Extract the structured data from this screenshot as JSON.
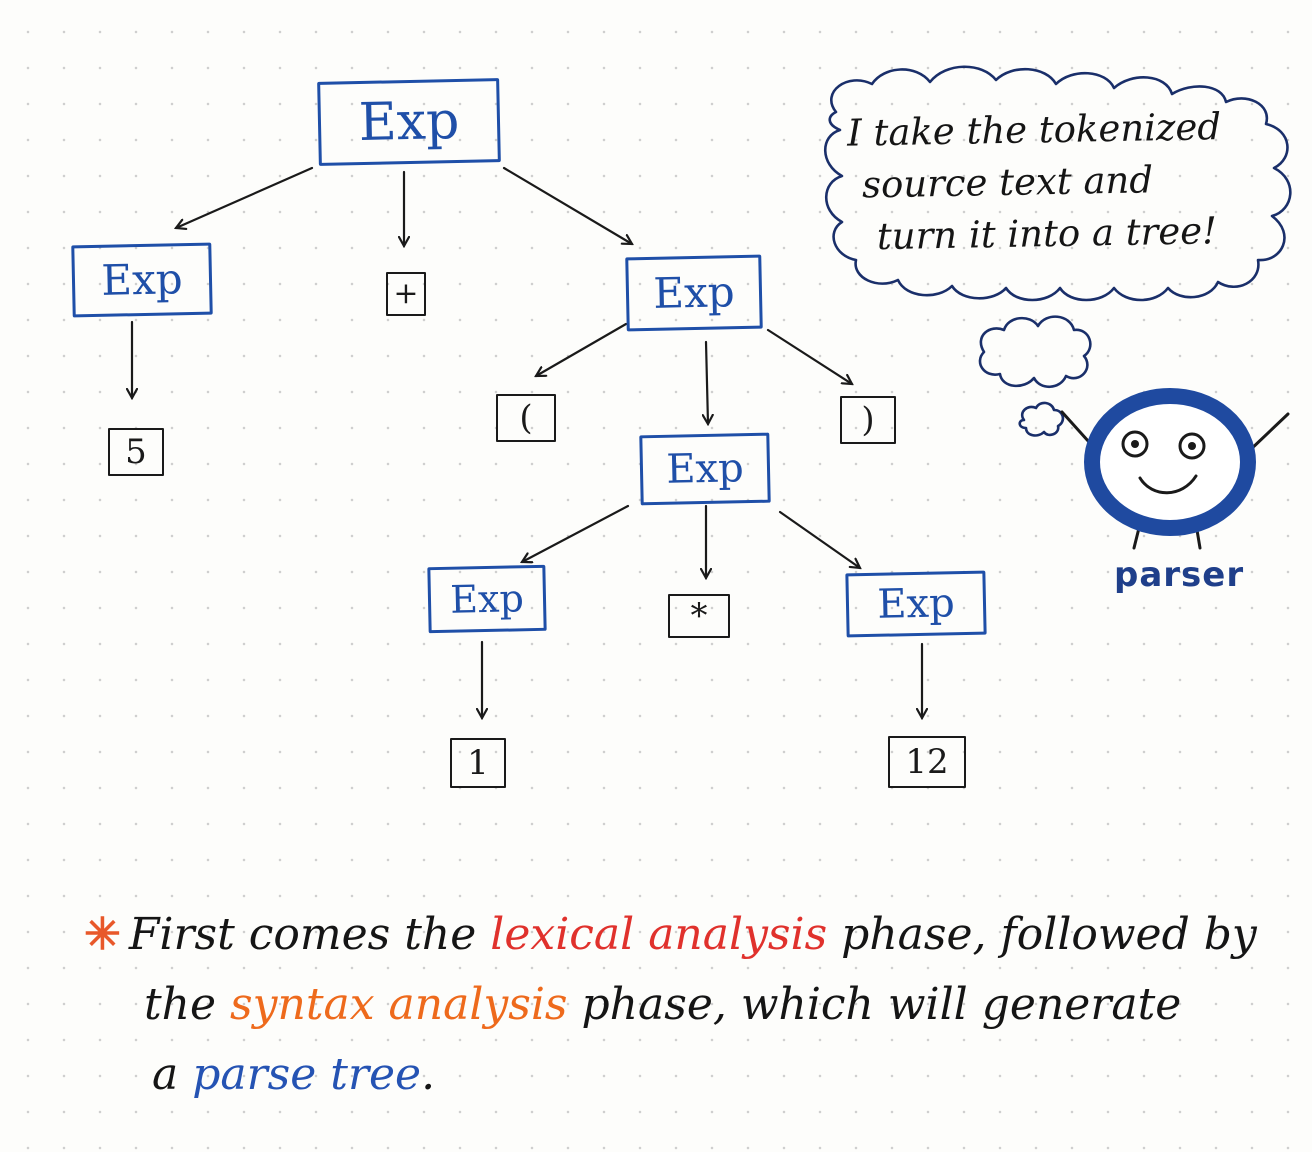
{
  "tree": {
    "exp_label": "Exp",
    "tokens": {
      "five": "5",
      "plus": "+",
      "open_paren": "(",
      "close_paren": ")",
      "star": "*",
      "one": "1",
      "twelve": "12"
    }
  },
  "speech_bubble": {
    "line1": "I take the tokenized",
    "line2": "source text and",
    "line3": "turn it into a tree!"
  },
  "character": {
    "label": "parser"
  },
  "note": {
    "bullet": "✳",
    "part1": "First comes the ",
    "highlight1": "lexical analysis",
    "part2": " phase, followed by",
    "part3": "the ",
    "highlight2": "syntax analysis",
    "part4": " phase, which will generate",
    "part5": "a ",
    "highlight3": "parse tree",
    "part6": "."
  },
  "colors": {
    "ink_blue": "#1f4fa8",
    "ink_black": "#1a1a1a",
    "lexical_red": "#e0312c",
    "syntax_orange": "#ee6a1c",
    "parse_blue": "#2553b3",
    "bullet_orange": "#e8582a"
  }
}
